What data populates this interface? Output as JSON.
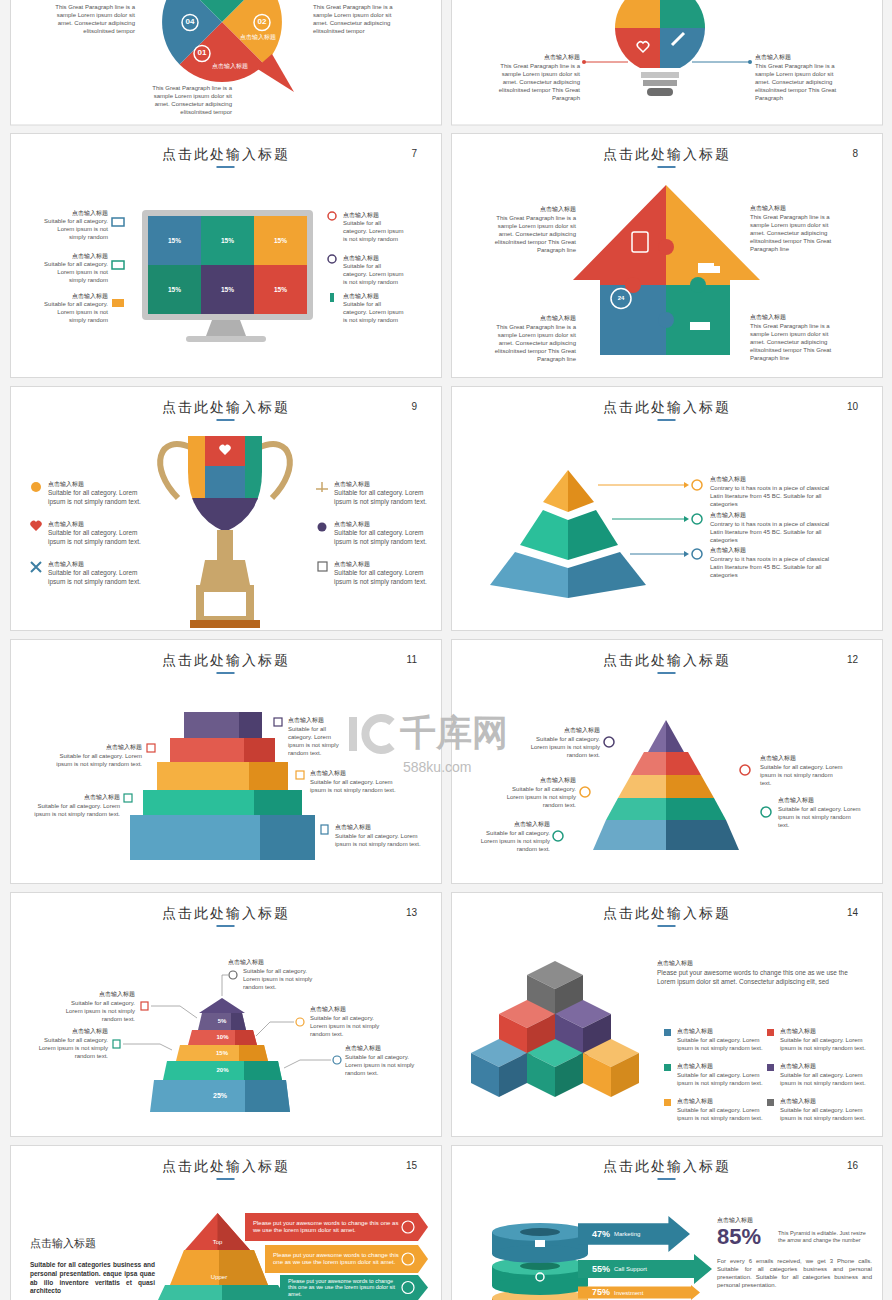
{
  "diagram": {
    "nodes": [
      {
        "text": [
          "点击此处输入标题",
          "7"
        ]
      },
      {
        "text": [
          "15%"
        ],
        "in": 0
      },
      {
        "text": [
          "15%"
        ],
        "in": 0
      },
      {
        "text": [
          "15%"
        ],
        "in": 0
      },
      {
        "text": [
          "15%"
        ],
        "in": 0
      },
      {
        "text": [
          "15%"
        ],
        "in": 0
      },
      {
        "text": [
          "15%"
        ],
        "in": 0
      },
      {
        "text": [
          "点击此处输入标题",
          "8"
        ]
      },
      {
        "text": [
          "点击此处输入标题",
          "9"
        ]
      },
      {
        "text": [
          "点击此处输入标题",
          "10"
        ]
      },
      {
        "text": [
          "点击此处输入标题",
          "11"
        ]
      },
      {
        "text": [
          "点击此处输入标题",
          "12"
        ]
      },
      {
        "text": [
          "点击此处输入标题",
          "13"
        ]
      },
      {
        "text": [
          "5%"
        ],
        "in": 12
      },
      {
        "text": [
          "10%"
        ],
        "in": 12
      },
      {
        "text": [
          "15%"
        ],
        "in": 12
      },
      {
        "text": [
          "20%"
        ],
        "in": 12
      },
      {
        "text": [
          "25%"
        ],
        "in": 12
      },
      {
        "text": [
          "点击此处输入标题",
          "14"
        ]
      },
      {
        "text": [
          "点击此处输入标题",
          "15"
        ]
      },
      {
        "text": [
          "Top"
        ],
        "in": 19
      },
      {
        "text": [
          "Upper"
        ],
        "in": 19
      },
      {
        "text": [
          "Please put your awesome words to change this one as we use the lorem ipsum dolor sit amet."
        ],
        "in": 19
      },
      {
        "text": [
          "Please put your awesome words to change this one as we use the lorem ipsum dolor sit amet."
        ],
        "in": 19
      },
      {
        "text": [
          "Please put your awesome words to change this one as we use the lorem ipsum dolor sit amet."
        ],
        "in": 19
      },
      {
        "text": [
          "点击此处输入标题",
          "16"
        ]
      },
      {
        "text": [
          "47%",
          "Marketing"
        ],
        "in": 25
      },
      {
        "text": [
          "55%",
          "Call Support"
        ],
        "in": 25
      },
      {
        "text": [
          "75%",
          "Investment"
        ],
        "in": 25
      }
    ],
    "labels": [
      "This Great Paragraph line is a sample Lorem ipsum dolor sit amet. Consectetur adipiscing elitsolnitsed tempor",
      "This Great Paragraph line is a sample Lorem ipsum dolor sit amet. Consectetur adipiscing elitsolnitsed tempor",
      "This Great Paragraph line is a sample Lorem ipsum dolor sit amet. Consectetur adipiscing elitsolnitsed tempor",
      "04",
      "01",
      "02",
      "点击输入标题",
      "点击输入标题",
      "点击输入标题",
      "This Great Paragraph line is a sample Lorem ipsum dolor sit amet. Consectetur adipiscing elitsolnitsed tempor This Great Paragraph",
      "点击输入标题",
      "This Great Paragraph line is a sample Lorem ipsum dolor sit amet. Consectetur adipiscing elitsolnitsed tempor This Great Paragraph",
      "点击输入标题",
      "Suitable for all category. Lorem ipsum is not simply random",
      "点击输入标题",
      "Suitable for all category. Lorem ipsum is not simply random",
      "点击输入标题",
      "Suitable for all category. Lorem ipsum is not simply random",
      "点击输入标题",
      "Suitable for all category. Lorem ipsum is not simply random",
      "点击输入标题",
      "Suitable for all category. Lorem ipsum is not simply random",
      "点击输入标题",
      "Suitable for all category. Lorem ipsum is not simply random",
      "点击输入标题",
      "This Great Paragraph line is a sample Lorem ipsum dolor sit amet. Consectetur adipiscing elitsolnitsed tempor This Great Paragraph line",
      "点击输入标题",
      "This Great Paragraph line is a sample Lorem ipsum dolor sit amet. Consectetur adipiscing elitsolnitsed tempor This Great Paragraph line",
      "点击输入标题",
      "This Great Paragraph line is a sample Lorem ipsum dolor sit amet. Consectetur adipiscing elitsolnitsed tempor This Great Paragraph line",
      "点击输入标题",
      "This Great Paragraph line is a sample Lorem ipsum dolor sit amet. Consectetur adipiscing elitsolnitsed tempor This Great Paragraph line",
      "24",
      "点击输入标题",
      "Suitable for all category. Lorem ipsum is not simply random text.",
      "点击输入标题",
      "Suitable for all category. Lorem ipsum is not simply random text.",
      "点击输入标题",
      "Suitable for all category. Lorem ipsum is not simply random text.",
      "点击输入标题",
      "Suitable for all category. Lorem ipsum is not simply random text.",
      "点击输入标题",
      "Suitable for all category. Lorem ipsum is not simply random text.",
      "点击输入标题",
      "Suitable for all category. Lorem ipsum is not simply random text.",
      "点击输入标题",
      "Contrary to it has roots in a piece of classical Latin literature from 45 BC. Suitable for all categories",
      "点击输入标题",
      "Contrary to it has roots in a piece of classical Latin literature from 45 BC. Suitable for all categories",
      "点击输入标题",
      "Contrary to it has roots in a piece of classical Latin literature from 45 BC. Suitable for all categories",
      "点击输入标题",
      "Suitable for all category. Lorem ipsum is not simply random text.",
      "点击输入标题",
      "Suitable for all category. Lorem ipsum is not simply random text.",
      "点击输入标题",
      "Suitable for all category. Lorem ipsum is not simply random text.",
      "点击输入标题",
      "Suitable for all category. Lorem ipsum is not simply random text.",
      "点击输入标题",
      "Suitable for all category. Lorem ipsum is not simply random text.",
      "点击输入标题",
      "Suitable for all category. Lorem ipsum is not simply random text.",
      "点击输入标题",
      "Suitable for all category. Lorem ipsum is not simply random text.",
      "点击输入标题",
      "Suitable for all category. Lorem ipsum is not simply random text.",
      "点击输入标题",
      "Suitable for all category. Lorem ipsum is not simply random text.",
      "点击输入标题",
      "Suitable for all category. Lorem ipsum is not simply random text.",
      "点击输入标题",
      "Suitable for all category. Lorem ipsum is not simply random text.",
      "点击输入标题",
      "Suitable for all category. Lorem ipsum is not simply random text.",
      "点击输入标题",
      "Suitable for all category. Lorem ipsum is not simply random text.",
      "点击输入标题",
      "Suitable for all category. Lorem ipsum is not simply random text.",
      "点击输入标题",
      "Suitable for all category. Lorem ipsum is not simply random text.",
      "点击输入标题",
      "Please put your awesome words to change this one as we use the Lorem ipsum dolor sit amet. Consectetur adipiscing elit, sed",
      "点击输入标题",
      "Suitable for all category. Lorem ipsum is not simply random text.",
      "点击输入标题",
      "Suitable for all category. Lorem ipsum is not simply random text.",
      "点击输入标题",
      "Suitable for all category. Lorem ipsum is not simply random text.",
      "点击输入标题",
      "Suitable for all category. Lorem ipsum is not simply random text.",
      "点击输入标题",
      "Suitable for all category. Lorem ipsum is not simply random text.",
      "点击输入标题",
      "Suitable for all category. Lorem ipsum is not simply random text.",
      "点击输入标题",
      "Suitable for all categories business and personal presentation. eaque ipsa quae ab illo inventore veritatis et quasi architecto",
      "点击输入标题",
      "85%",
      "This Pyramid is editable. Just resize the arrow and change the number",
      "For every 6 emails received, we get 3 Phone calls. Suitable for all categories business and personal presentation. Suitable for all categories business and personal presentation.",
      "千库网",
      "588ku.com"
    ]
  }
}
